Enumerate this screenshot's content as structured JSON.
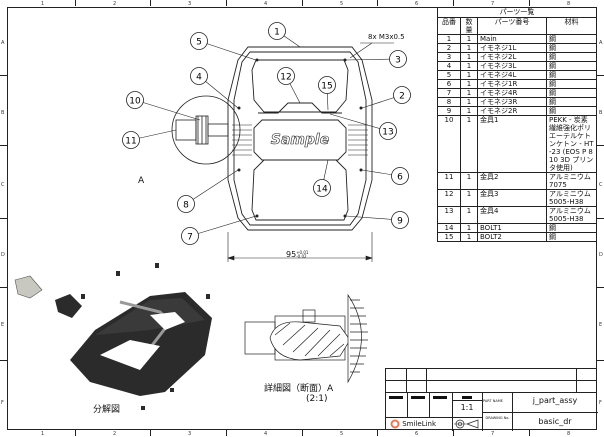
{
  "zone_columns": [
    "1",
    "2",
    "3",
    "4",
    "5",
    "6",
    "7",
    "8"
  ],
  "zone_rows": [
    "A",
    "B",
    "C",
    "D",
    "E",
    "F"
  ],
  "parts_list": {
    "title": "パーツ一覧",
    "headers": [
      "品番",
      "数量",
      "パーツ番号",
      "材料"
    ],
    "rows": [
      [
        "1",
        "1",
        "Main",
        "鋼"
      ],
      [
        "2",
        "1",
        "イモネジ1L",
        "鋼"
      ],
      [
        "3",
        "1",
        "イモネジ2L",
        "鋼"
      ],
      [
        "4",
        "1",
        "イモネジ3L",
        "鋼"
      ],
      [
        "5",
        "1",
        "イモネジ4L",
        "鋼"
      ],
      [
        "6",
        "1",
        "イモネジ1R",
        "鋼"
      ],
      [
        "7",
        "1",
        "イモネジ4R",
        "鋼"
      ],
      [
        "8",
        "1",
        "イモネジ3R",
        "鋼"
      ],
      [
        "9",
        "1",
        "イモネジ2R",
        "鋼"
      ],
      [
        "10",
        "1",
        "金具1",
        "PEKK - 炭素繊維強化ポリエーテルケトンケトン - HT-23 (EOS P 810 3D プリンタ使用)"
      ],
      [
        "11",
        "1",
        "金具2",
        "アルミニウム 7075"
      ],
      [
        "12",
        "1",
        "金具3",
        "アルミニウム 5005-H38"
      ],
      [
        "13",
        "1",
        "金具4",
        "アルミニウム 5005-H38"
      ],
      [
        "14",
        "1",
        "BOLT1",
        "鋼"
      ],
      [
        "15",
        "1",
        "BOLT2",
        "鋼"
      ]
    ]
  },
  "top_view": {
    "balloons": [
      "1",
      "2",
      "3",
      "4",
      "5",
      "6",
      "7",
      "8",
      "9",
      "10",
      "11",
      "12",
      "13",
      "14",
      "15"
    ],
    "thread_note": "8x M3x0.5",
    "logo_text": "Sample",
    "detail_label": "A",
    "dimension": {
      "value": "95",
      "tol_upper": "+0.01",
      "tol_lower": "-0.02"
    }
  },
  "exploded_view": {
    "label": "分解図"
  },
  "detail_view": {
    "label": "詳細図（断面）A",
    "scale": "(2:1)"
  },
  "title_block": {
    "scale": "1:1",
    "part_name_label": "PART NAME",
    "part_name": "j_part_assy",
    "drawing_no_label": "DRAWING No.",
    "drawing_no": "basic_dr",
    "company": "SmileLink"
  },
  "colors": {
    "line": "#222222",
    "logo": "#e8785a",
    "body": "#2b2b2b"
  }
}
